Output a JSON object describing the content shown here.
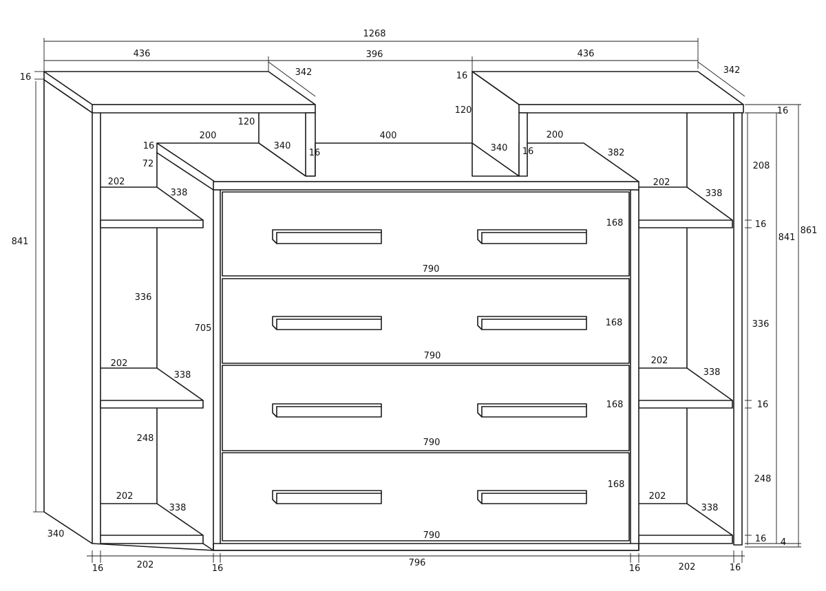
{
  "drawing": {
    "dimensions": {
      "overall_width": "1268",
      "top_left_width": "436",
      "top_middle_width": "396",
      "top_right_width": "436",
      "top_left_depth": "342",
      "top_right_depth": "342",
      "top_left_thickness": "16",
      "top_right_thickness": "16",
      "upper_left_panel_height": "120",
      "upper_right_panel_height": "120",
      "upper_left_panel_depth": "340",
      "upper_right_panel_depth": "340",
      "upper_left_panel_thickness": "16",
      "upper_right_panel_thickness": "16",
      "mid_top_left_width": "200",
      "mid_top_right_width": "200",
      "mid_top_center_width": "400",
      "mid_top_depth": "382",
      "mid_top_thickness": "16",
      "mid_top_height": "72",
      "shelf_left_1_width": "202",
      "shelf_left_1_depth": "338",
      "shelf_left_2_width": "202",
      "shelf_left_2_depth": "338",
      "shelf_left_3_width": "202",
      "shelf_left_3_depth": "338",
      "shelf_right_1_width": "202",
      "shelf_right_1_depth": "338",
      "shelf_right_2_width": "202",
      "shelf_right_2_depth": "338",
      "shelf_right_3_width": "202",
      "shelf_right_3_depth": "338",
      "left_gap_upper": "336",
      "left_gap_lower": "248",
      "left_total_height": "841",
      "left_side_depth": "340",
      "drawer_section_height": "705",
      "drawer_1_width": "790",
      "drawer_2_width": "790",
      "drawer_3_width": "790",
      "drawer_4_width": "790",
      "drawer_1_height": "168",
      "drawer_2_height": "168",
      "drawer_3_height": "168",
      "drawer_4_height": "168",
      "right_top_thickness": "16",
      "right_gap_top": "208",
      "right_shelf_1_thickness": "16",
      "right_gap_middle": "336",
      "right_shelf_2_thickness": "16",
      "right_gap_bottom": "248",
      "right_shelf_3_thickness": "16",
      "plinth_height": "4",
      "right_side_height": "841",
      "total_height": "861",
      "bottom_left_side": "16",
      "bottom_left_opening": "202",
      "bottom_left_partition": "16",
      "bottom_center_width": "796",
      "bottom_right_partition": "16",
      "bottom_right_opening": "202",
      "bottom_right_side": "16"
    }
  }
}
